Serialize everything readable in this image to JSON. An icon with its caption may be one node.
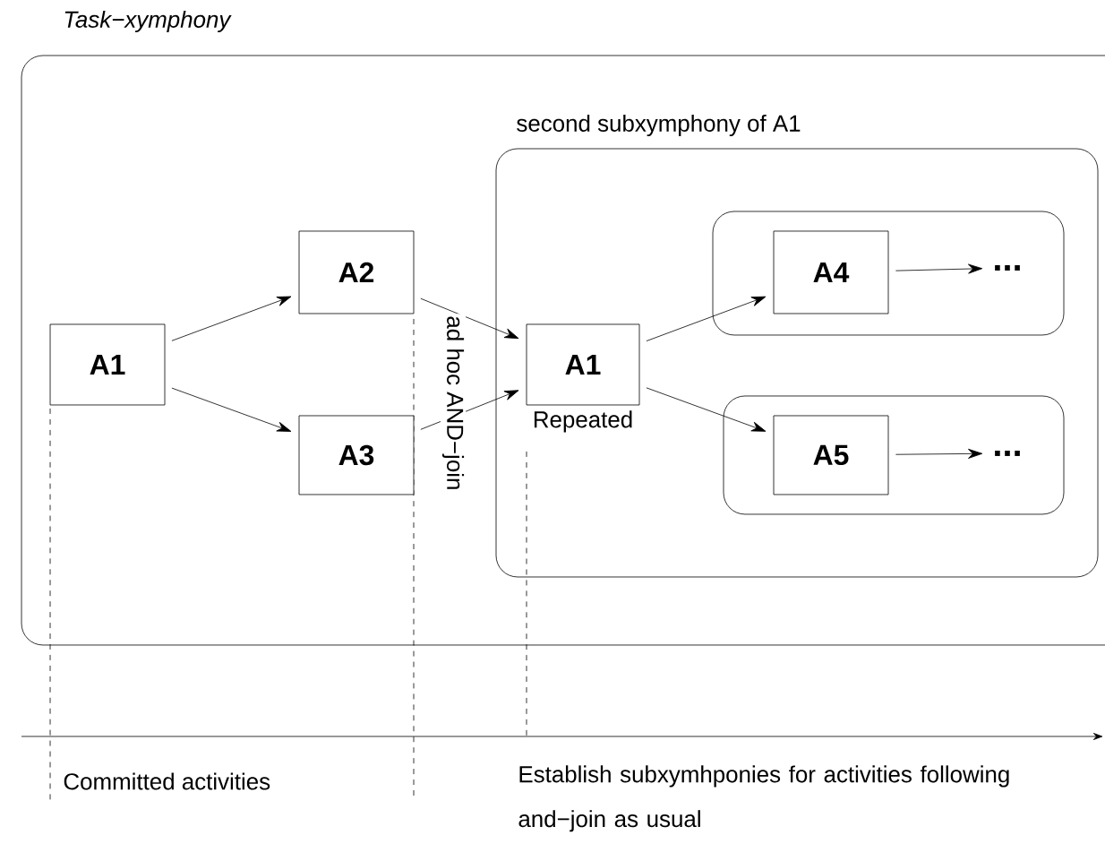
{
  "diagram": {
    "nodes": [
      {
        "text": [
          "Task−xymphony"
        ]
      },
      {
        "text": [
          "A1"
        ],
        "in": 0
      },
      {
        "text": [
          "A2"
        ],
        "in": 0
      },
      {
        "text": [
          "A3"
        ],
        "in": 0
      },
      {
        "text": [
          "second subxymphony of A1"
        ],
        "in": 0
      },
      {
        "text": [
          "A1"
        ],
        "in": 4,
        "beside": [
          "Repeated"
        ]
      },
      {
        "text": [],
        "shape": "box",
        "in": 4
      },
      {
        "text": [
          "A4"
        ],
        "in": 6
      },
      {
        "text": [
          "..."
        ],
        "in": 6
      },
      {
        "text": [],
        "shape": "box",
        "in": 4
      },
      {
        "text": [
          "A5"
        ],
        "in": 9
      },
      {
        "text": [
          "..."
        ],
        "in": 9
      }
    ],
    "edges": [
      {
        "from": 1,
        "to": 2,
        "arrow": "to"
      },
      {
        "from": 1,
        "to": 3,
        "arrow": "to"
      },
      {
        "from": 2,
        "to": 5,
        "arrow": "to"
      },
      {
        "from": 3,
        "to": 5,
        "arrow": "to"
      },
      {
        "from": 5,
        "to": 7,
        "arrow": "to"
      },
      {
        "from": 5,
        "to": 10,
        "arrow": "to"
      },
      {
        "from": 7,
        "to": 8,
        "arrow": "to"
      },
      {
        "from": 10,
        "to": 11,
        "arrow": "to"
      }
    ],
    "labels": [
      "ad hoc AND−join",
      "Committed activities",
      "Establish subxymhponies for activities following and−join as usual"
    ]
  }
}
